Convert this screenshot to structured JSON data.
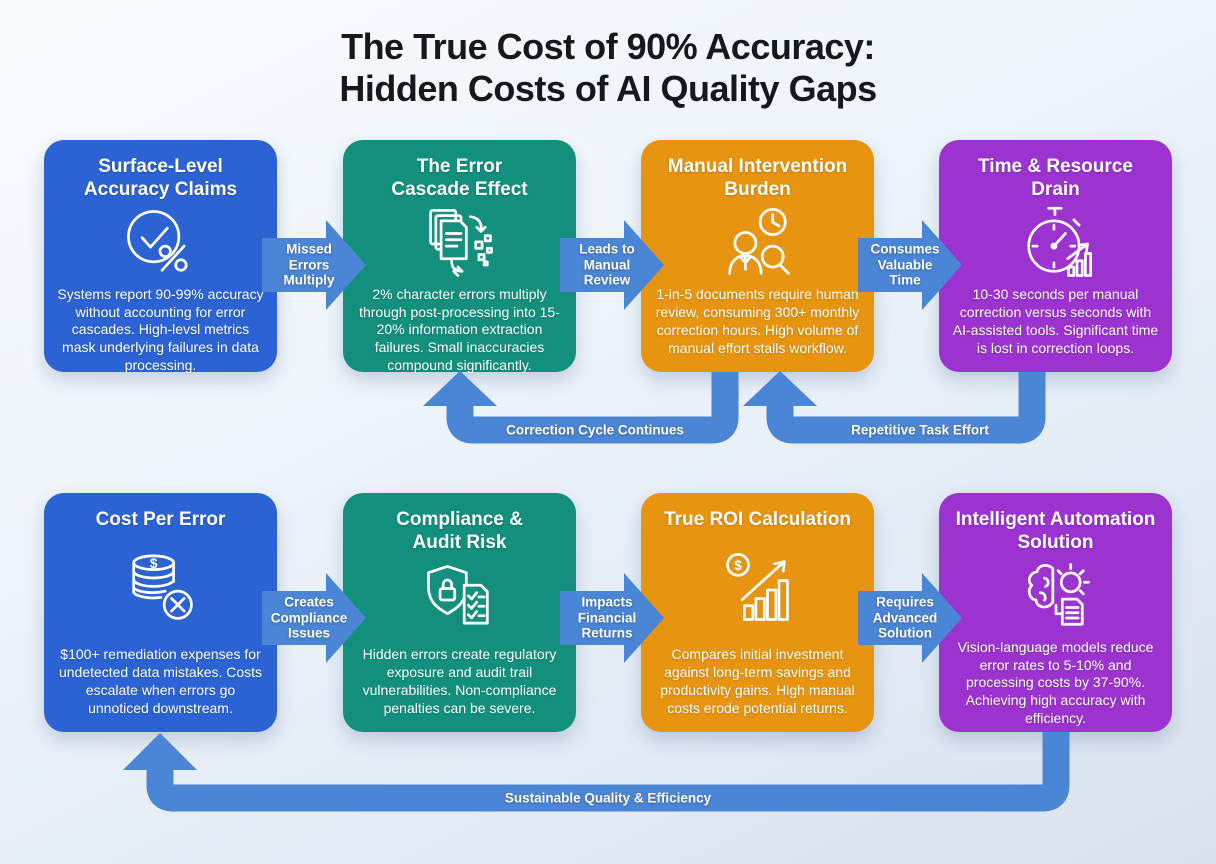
{
  "title": "The True Cost of 90% Accuracy:\nHidden Costs of AI Quality Gaps",
  "colors": {
    "blue": "#2c63d4",
    "teal": "#12907d",
    "orange": "#e79411",
    "purple": "#9c33d1",
    "arrow": "#4b85d6",
    "title_text": "#15191f",
    "background_top": "#f9fbfe",
    "background_bottom": "#d9e2ee"
  },
  "cards": [
    {
      "title": "Surface-Level\nAccuracy Claims",
      "icon": "badge-check-percent-icon",
      "color": "#2c63d4",
      "body": "Systems report 90-99% accuracy without accounting for error cascades. High-levsl metrics mask underlying failures in data processing."
    },
    {
      "title": "The Error\nCascade Effect",
      "icon": "document-cascade-icon",
      "color": "#12907d",
      "body": "2% character errors multiply through post-processing into 15-20% information extraction failures. Small inaccuracies compound significantly."
    },
    {
      "title": "Manual Intervention\nBurden",
      "icon": "person-review-icon",
      "color": "#e79411",
      "body": "1-in-5 documents require human review, consuming 300+ monthly correction hours. High volume of manual effort stalls workflow."
    },
    {
      "title": "Time & Resource\nDrain",
      "icon": "stopwatch-chart-icon",
      "color": "#9c33d1",
      "body": "10-30 seconds per manual correction versus seconds with AI-assisted tools. Significant time is lost in correction loops."
    },
    {
      "title": "Cost Per Error",
      "icon": "coins-error-icon",
      "color": "#2c63d4",
      "body": "$100+ remediation expenses for undetected data mistakes. Costs escalate when errors go unnoticed downstream."
    },
    {
      "title": "Compliance &\nAudit Risk",
      "icon": "shield-checklist-icon",
      "color": "#12907d",
      "body": "Hidden errors create regulatory exposure and audit trail vulnerabilities. Non-compliance penalties can be severe."
    },
    {
      "title": "True ROI Calculation",
      "icon": "roi-growth-icon",
      "color": "#e79411",
      "body": "Compares initial investment against long-term savings and productivity gains. High manual costs erode potential returns."
    },
    {
      "title": "Intelligent Automation\nSolution",
      "icon": "brain-gear-doc-icon",
      "color": "#9c33d1",
      "body": "Vision-language models reduce error rates to 5-10% and processing costs by 37-90%. Achieving high accuracy with efficiency."
    }
  ],
  "connectors": [
    {
      "label": "Missed\nErrors\nMultiply"
    },
    {
      "label": "Leads to\nManual\nReview"
    },
    {
      "label": "Consumes\nValuable\nTime"
    },
    {
      "label": "Creates\nCompliance\nIssues"
    },
    {
      "label": "Impacts\nFinancial\nReturns"
    },
    {
      "label": "Requires\nAdvanced\nSolution"
    }
  ],
  "loops": [
    {
      "label": "Correction Cycle Continues"
    },
    {
      "label": "Repetitive Task Effort"
    },
    {
      "label": "Sustainable Quality & Efficiency"
    }
  ]
}
